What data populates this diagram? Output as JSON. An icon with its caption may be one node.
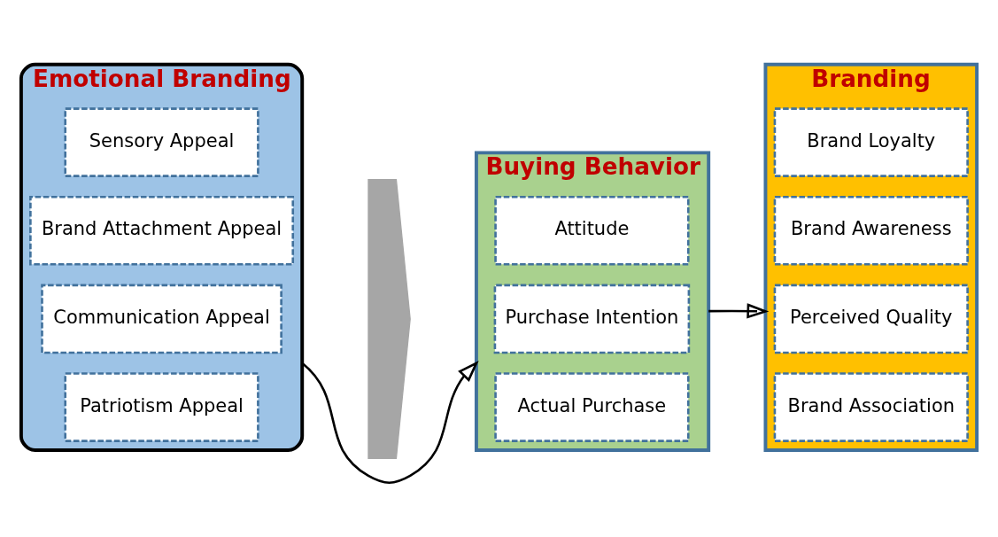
{
  "diagram": {
    "nodes": [
      {
        "text": [
          "Emotional Branding"
        ]
      },
      {
        "text": [
          "Sensory Appeal"
        ],
        "in": 0
      },
      {
        "text": [
          "Brand Attachment Appeal"
        ],
        "in": 0
      },
      {
        "text": [
          "Communication Appeal"
        ],
        "in": 0
      },
      {
        "text": [
          "Patriotism Appeal"
        ],
        "in": 0
      },
      {
        "text": [],
        "shape": "chevron"
      },
      {
        "text": [
          "Buying Behavior"
        ]
      },
      {
        "text": [
          "Attitude"
        ],
        "in": 6
      },
      {
        "text": [
          "Purchase Intention"
        ],
        "in": 6
      },
      {
        "text": [
          "Actual Purchase"
        ],
        "in": 6
      },
      {
        "text": [
          "Branding"
        ]
      },
      {
        "text": [
          "Brand Loyalty"
        ],
        "in": 10
      },
      {
        "text": [
          "Brand Awareness"
        ],
        "in": 10
      },
      {
        "text": [
          "Perceived Quality"
        ],
        "in": 10
      },
      {
        "text": [
          "Brand Association"
        ],
        "in": 10
      }
    ],
    "edges": [
      {
        "from": 0,
        "to": 6,
        "arrow": "to"
      },
      {
        "from": 6,
        "to": 10,
        "arrow": "to"
      }
    ]
  }
}
